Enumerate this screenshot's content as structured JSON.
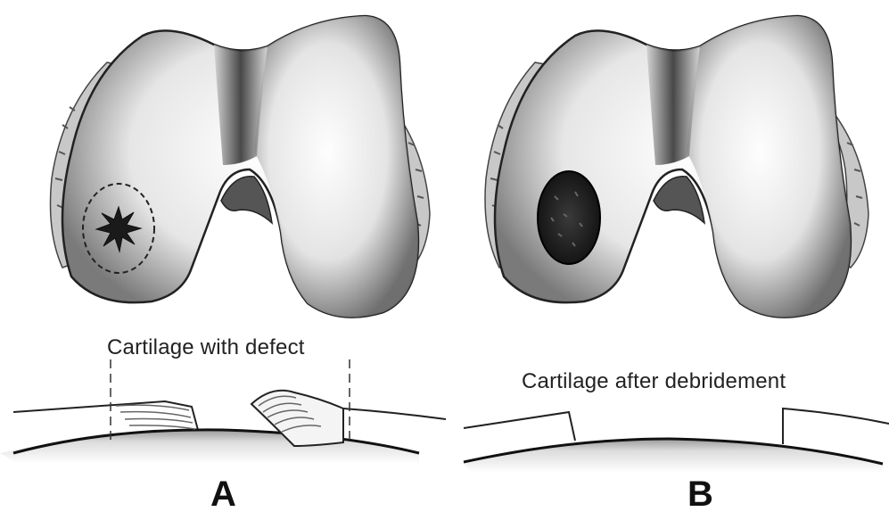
{
  "figure": {
    "panel_a": {
      "caption": "Cartilage with defect",
      "letter": "A"
    },
    "panel_b": {
      "caption": "Cartilage after debridement",
      "letter": "B"
    }
  }
}
